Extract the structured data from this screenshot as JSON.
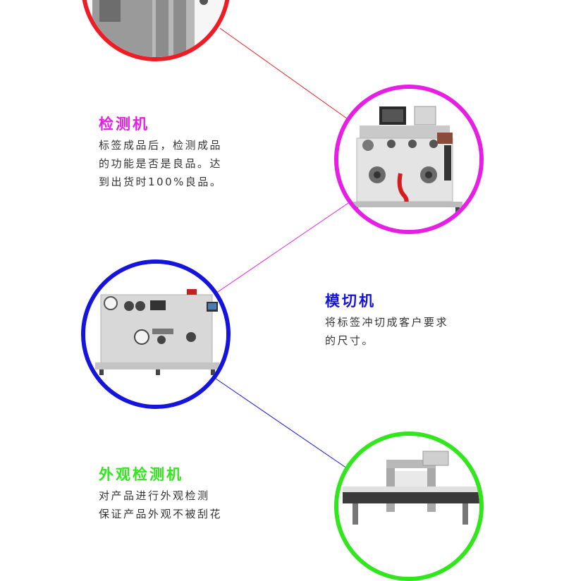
{
  "colors": {
    "red": "#ee1c25",
    "magenta": "#e61ee6",
    "blue": "#1414dc",
    "green": "#32e61e",
    "desc_text": "#333333"
  },
  "sections": {
    "inspection": {
      "title": "检测机",
      "lines": [
        "标签成品后，检测成品",
        "的功能是否是良品。达",
        "到出货时100%良品。"
      ]
    },
    "die_cutting": {
      "title": "模切机",
      "lines": [
        "将标签冲切成客户要求",
        "的尺寸。"
      ]
    },
    "visual_inspection": {
      "title": "外观检测机",
      "lines": [
        "对产品进行外观检测",
        "保证产品外观不被刮花"
      ]
    }
  },
  "images": [
    "machine-photo-top",
    "inspection-machine-photo",
    "die-cutting-machine-photo",
    "metal-detector-conveyor-photo"
  ]
}
